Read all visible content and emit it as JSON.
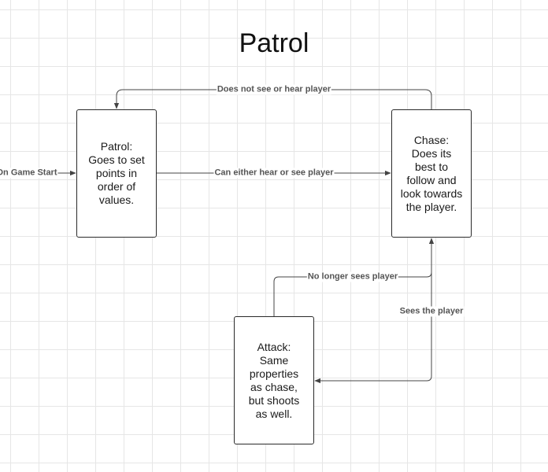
{
  "title": "Patrol",
  "nodes": {
    "patrol": "Patrol:\nGoes to set\npoints in\norder of\nvalues.",
    "chase": "Chase:\nDoes its\nbest to\nfollow and\nlook towards\nthe player.",
    "attack": "Attack:\nSame\nproperties\nas chase,\nbut shoots\nas well."
  },
  "edges": {
    "start": "On Game Start",
    "does_not_see": "Does not see or hear player",
    "can_hear_see": "Can either hear or see player",
    "no_longer_sees": "No longer sees player",
    "sees_player": "Sees the player"
  },
  "colors": {
    "stroke": "#2a2a2a",
    "connector": "#444444",
    "label": "#555555"
  }
}
